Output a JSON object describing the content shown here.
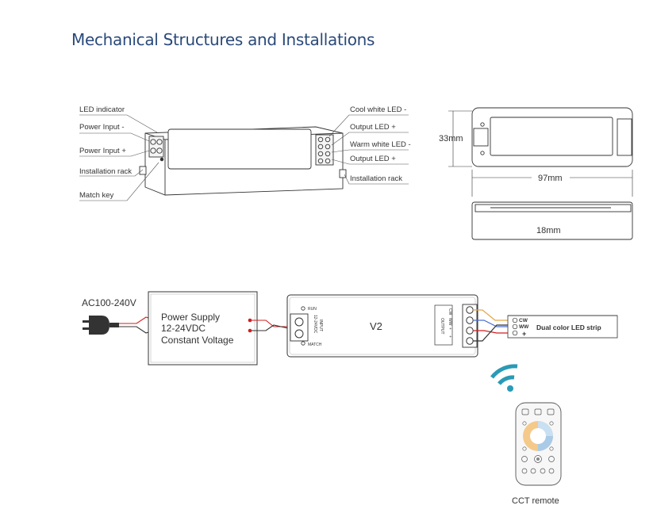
{
  "heading": "Mechanical Structures and Installations",
  "callouts_left": [
    "LED indicator",
    "Power Input -",
    "Power Input +",
    "Installation rack",
    "Match key"
  ],
  "callouts_right": [
    "Cool white LED -",
    "Output LED +",
    "Warm white LED -",
    "Output LED +",
    "Installation rack"
  ],
  "dimensions": {
    "height": "33mm",
    "length": "97mm",
    "depth": "18mm"
  },
  "wiring": {
    "ac_label": "AC100-240V",
    "psu_lines": [
      "Power Supply",
      "12-24VDC",
      "Constant Voltage"
    ],
    "device_label": "V2",
    "device_small": {
      "run": "RUN",
      "match": "MATCH",
      "input": "INPUT",
      "input_range": "12-24VDC",
      "output": "OUTPUT"
    },
    "output_pins": [
      "CW",
      "WW",
      "+",
      "+"
    ],
    "strip_pins": [
      "CW",
      "WW",
      "+"
    ],
    "strip_label": "Dual color LED strip"
  },
  "remote": {
    "caption": "CCT remote"
  },
  "colors": {
    "heading": "#2a4a7a",
    "wire_red": "#d21f1f",
    "wifi": "#2a9ab5"
  }
}
